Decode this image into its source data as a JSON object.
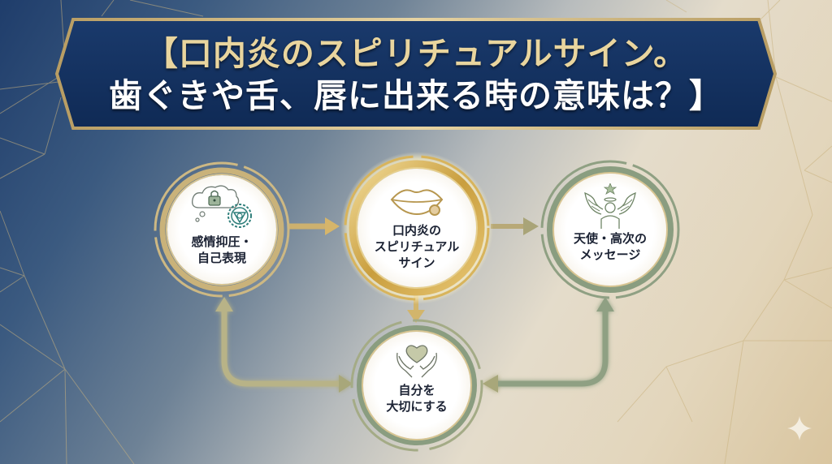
{
  "title": {
    "line1": "【口内炎のスピリチュアルサイン。",
    "line2": "歯ぐきや舌、唇に出来る時の意味は？】"
  },
  "nodes": {
    "left": {
      "label_line1": "感情抑圧・",
      "label_line2": "自己表現",
      "icons": [
        "thought-cloud-lock-icon",
        "throat-chakra-icon"
      ]
    },
    "center": {
      "label_line1": "口内炎の",
      "label_line2": "スピリチュアル",
      "label_line3": "サイン",
      "icons": [
        "lips-icon"
      ]
    },
    "right": {
      "label_line1": "天使・高次の",
      "label_line2": "メッセージ",
      "icons": [
        "angel-icon"
      ]
    },
    "bottom": {
      "label_line1": "自分を",
      "label_line2": "大切にする",
      "icons": [
        "hands-heart-icon"
      ]
    }
  },
  "connections": [
    {
      "from": "left",
      "to": "center",
      "style": "arrow"
    },
    {
      "from": "center",
      "to": "right",
      "style": "arrow"
    },
    {
      "from": "center",
      "to": "bottom",
      "style": "arrow"
    },
    {
      "from": "bottom",
      "to": "left",
      "style": "elbow-arrow"
    },
    {
      "from": "right",
      "to": "bottom",
      "style": "elbow-arrow"
    }
  ],
  "colors": {
    "banner_fill": "#13305e",
    "banner_border": "#c9b07a",
    "title_gold": "#e9d59e",
    "gold": "#c8a85a",
    "sage": "#8fa083",
    "text_dark": "#1b2233"
  },
  "watermark": {
    "icon": "sparkle-icon"
  }
}
